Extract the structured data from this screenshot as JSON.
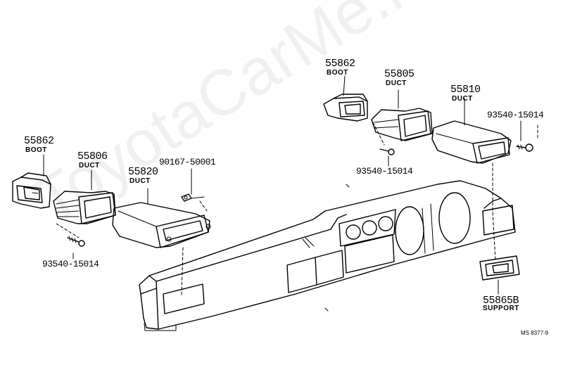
{
  "watermark": "ToyotaCarMe.ru",
  "figure_code": "MS 8377-9",
  "parts": {
    "boot_left": {
      "number": "55862",
      "name": "BOOT"
    },
    "duct_left": {
      "number": "55806",
      "name": "DUCT"
    },
    "duct_center": {
      "number": "55820",
      "name": "DUCT"
    },
    "screw_left_center": {
      "number": "90167-50001"
    },
    "screw_left": {
      "number": "93540-15014"
    },
    "boot_right": {
      "number": "55862",
      "name": "BOOT"
    },
    "duct_right": {
      "number": "55805",
      "name": "DUCT"
    },
    "screw_right_center": {
      "number": "93540-15014"
    },
    "duct_far_right": {
      "number": "55810",
      "name": "DUCT"
    },
    "screw_far_right": {
      "number": "93540-15014"
    },
    "support": {
      "number": "55865B",
      "name": "SUPPORT"
    }
  },
  "colors": {
    "line": "#000000",
    "background": "#ffffff"
  }
}
